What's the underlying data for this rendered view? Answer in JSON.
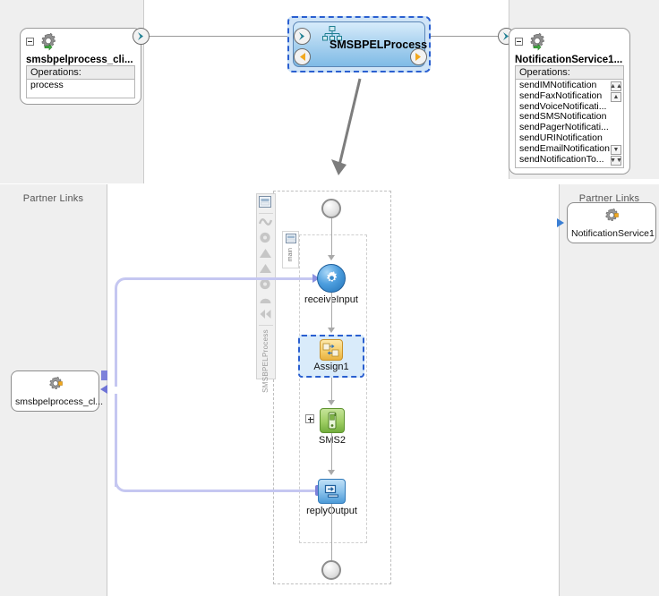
{
  "composite": {
    "exposed_service": {
      "title": "smsbpelprocess_cli...",
      "operations_header": "Operations:",
      "operations": [
        "process"
      ],
      "expand_icon": "minus-box-icon",
      "service_icon": "gear-service-icon"
    },
    "component": {
      "name": "SMSBPELProcess",
      "icon": "bpel-tree-icon",
      "selected": true
    },
    "reference": {
      "title": "NotificationService1...",
      "operations_header": "Operations:",
      "operations": [
        "sendIMNotification",
        "sendFaxNotification",
        "sendVoiceNotificati...",
        "sendSMSNotification",
        "sendPagerNotificati...",
        "sendURINotification",
        "sendEmailNotification",
        "sendNotificationTo..."
      ],
      "scroll_buttons": [
        "scroll-top-icon",
        "scroll-up-icon",
        "scroll-down-icon",
        "scroll-bottom-icon"
      ],
      "expand_icon": "minus-box-icon",
      "service_icon": "gear-service-icon"
    },
    "drill_arrow_icon": "drill-down-arrow-icon"
  },
  "editor": {
    "partner_links_left": {
      "title": "Partner Links",
      "nodes": [
        {
          "label": "smsbpelprocess_cl...",
          "icon": "partnerlink-gear-icon"
        }
      ]
    },
    "partner_links_right": {
      "title": "Partner Links",
      "nodes": [
        {
          "label": "NotificationService1",
          "icon": "partnerlink-gear-icon"
        }
      ]
    },
    "palette": {
      "vertical_label": "SMSBPELProcess",
      "icons": [
        "collapse-box-icon",
        "event-handler-icon",
        "variables-icon",
        "fault-handler-icon",
        "catch-all-icon",
        "correlation-icon",
        "compensation-icon",
        "rewind-icon"
      ]
    },
    "mini_strip": {
      "icon": "collapse-box-icon",
      "vertical_label": "main"
    },
    "flow": {
      "start_node": {
        "name": "process-start",
        "icon": "start-circle-icon"
      },
      "end_node": {
        "name": "process-end",
        "icon": "end-circle-icon"
      },
      "activities": [
        {
          "id": "receiveInput",
          "label": "receiveInput",
          "icon": "receive-activity-icon",
          "selected": false
        },
        {
          "id": "Assign1",
          "label": "Assign1",
          "icon": "assign-activity-icon",
          "selected": true
        },
        {
          "id": "SMS2",
          "label": "SMS2",
          "icon": "sms-activity-icon",
          "selected": false,
          "expandable": true
        },
        {
          "id": "replyOutput",
          "label": "replyOutput",
          "icon": "reply-activity-icon",
          "selected": false
        }
      ]
    }
  },
  "colors": {
    "selection": "#2a5fd0",
    "connector": "#c5c7f1",
    "panel_bg": "#efefef",
    "wire": "#9a9a9a",
    "receive_blue": "#4d9ede",
    "assign_orange": "#f6cf6d",
    "sms_green": "#9fce64"
  }
}
